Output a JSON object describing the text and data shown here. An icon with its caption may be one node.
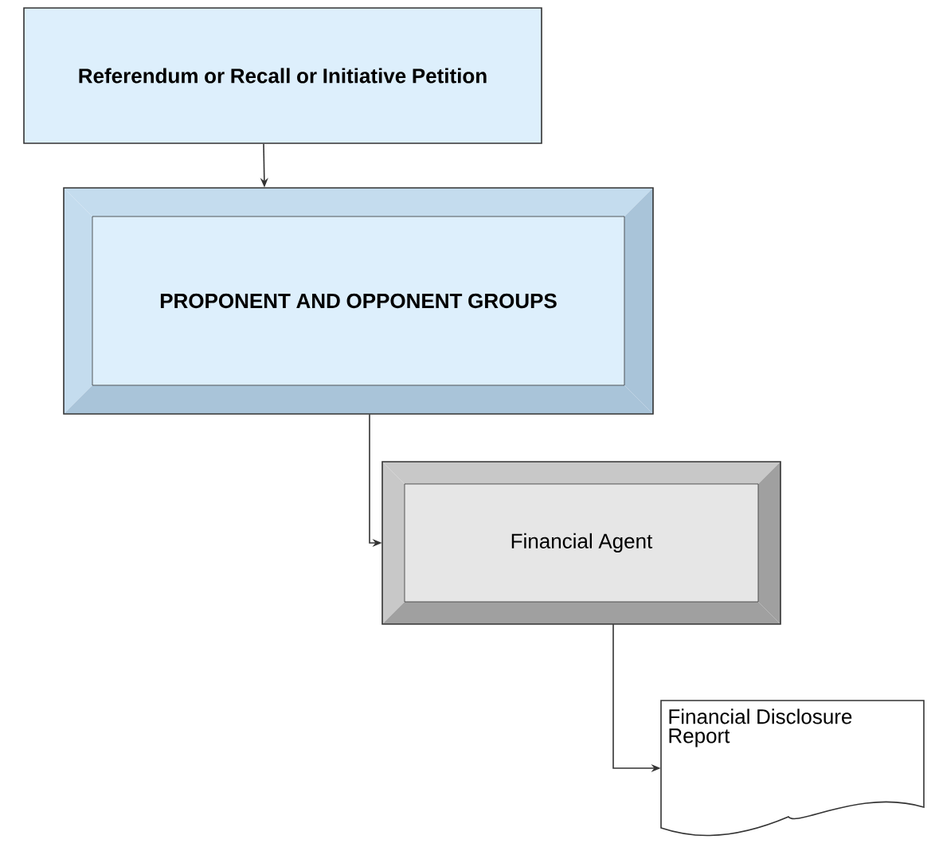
{
  "diagram": {
    "nodes": [
      {
        "text": [
          "Referendum or Recall or Initiative Petition"
        ]
      },
      {
        "text": [
          "PROPONENT AND OPPONENT GROUPS"
        ]
      },
      {
        "text": [
          "Financial Agent"
        ]
      },
      {
        "text": [
          "Financial Disclosure Report"
        ]
      }
    ],
    "edges": [
      {
        "from": 0,
        "to": 1,
        "arrow": "to"
      },
      {
        "from": 1,
        "to": 2,
        "arrow": "to"
      },
      {
        "from": 2,
        "to": 3,
        "arrow": "to"
      }
    ]
  }
}
